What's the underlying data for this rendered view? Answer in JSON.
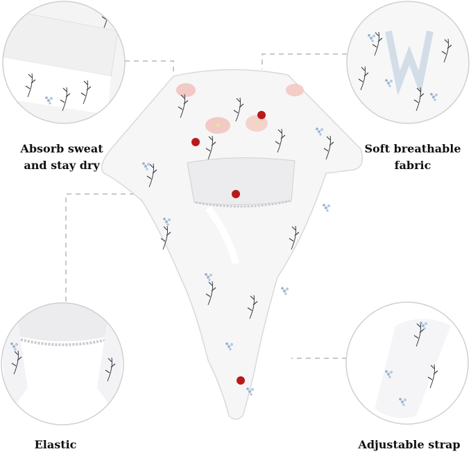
{
  "captions": {
    "top_left": [
      "Absorb sweat",
      "and stay dry"
    ],
    "top_right": [
      "Soft breathable",
      "fabric"
    ],
    "bottom_left": "Elastic",
    "bottom_right": "Adjustable strap"
  },
  "colors": {
    "background": "#ffffff",
    "circle_border": "#cfcfcf",
    "dashed_line": "#c8c8c8",
    "fabric": "#f6f6f7",
    "marker": "#b81a1a",
    "leaf_dark": "#3b3f44",
    "flower_blue": "#9fb9d6",
    "flower_pink": "#f2c9c4",
    "flower_yellow": "#e9e0a6"
  },
  "icons": [
    "red-dot-marker",
    "floral-pattern",
    "ear-strap-button"
  ]
}
